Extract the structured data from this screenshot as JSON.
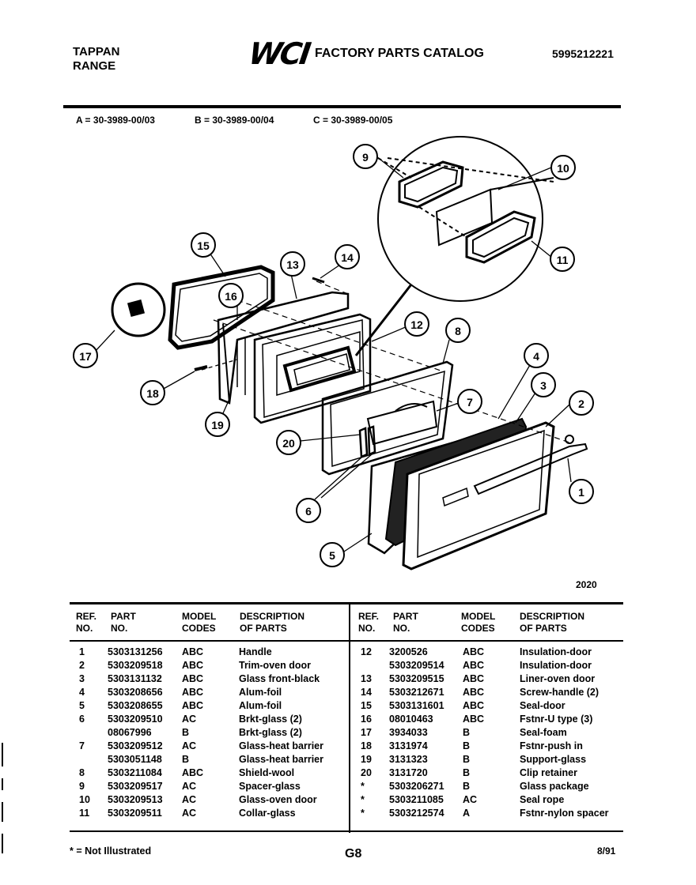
{
  "header": {
    "brand_line1": "TAPPAN",
    "brand_line2": "RANGE",
    "logo": "WCI",
    "title": "FACTORY PARTS CATALOG",
    "catalog_number": "5995212221"
  },
  "models": {
    "a": "A = 30-3989-00/03",
    "b": "B = 30-3989-00/04",
    "c": "C = 30-3989-00/05"
  },
  "diagram": {
    "art_number": "2020",
    "callouts": [
      "1",
      "2",
      "3",
      "4",
      "5",
      "6",
      "7",
      "8",
      "9",
      "10",
      "11",
      "12",
      "13",
      "14",
      "15",
      "16",
      "17",
      "18",
      "19",
      "20"
    ]
  },
  "table": {
    "headers": {
      "ref": [
        "REF.",
        "NO."
      ],
      "part": [
        "PART",
        "NO."
      ],
      "model": [
        "MODEL",
        "CODES"
      ],
      "desc": [
        "DESCRIPTION",
        "OF PARTS"
      ]
    },
    "left_rows": [
      {
        "ref": "1",
        "part": "5303131256",
        "model": "ABC",
        "desc": "Handle"
      },
      {
        "ref": "2",
        "part": "5303209518",
        "model": "ABC",
        "desc": "Trim-oven door"
      },
      {
        "ref": "3",
        "part": "5303131132",
        "model": "ABC",
        "desc": "Glass front-black"
      },
      {
        "ref": "4",
        "part": "5303208656",
        "model": "ABC",
        "desc": "Alum-foil"
      },
      {
        "ref": "5",
        "part": "5303208655",
        "model": "ABC",
        "desc": "Alum-foil"
      },
      {
        "ref": "6",
        "part": "5303209510",
        "model": "AC",
        "desc": "Brkt-glass (2)"
      },
      {
        "ref": "",
        "part": "08067996",
        "model": "B",
        "desc": "Brkt-glass (2)"
      },
      {
        "ref": "7",
        "part": "5303209512",
        "model": "AC",
        "desc": "Glass-heat barrier"
      },
      {
        "ref": "",
        "part": "5303051148",
        "model": "B",
        "desc": "Glass-heat barrier"
      },
      {
        "ref": "8",
        "part": "5303211084",
        "model": "ABC",
        "desc": "Shield-wool"
      },
      {
        "ref": "9",
        "part": "5303209517",
        "model": "AC",
        "desc": "Spacer-glass"
      },
      {
        "ref": "10",
        "part": "5303209513",
        "model": "AC",
        "desc": "Glass-oven door"
      },
      {
        "ref": "11",
        "part": "5303209511",
        "model": "AC",
        "desc": "Collar-glass"
      }
    ],
    "right_rows": [
      {
        "ref": "12",
        "part": "3200526",
        "model": "ABC",
        "desc": "Insulation-door"
      },
      {
        "ref": "",
        "part": "5303209514",
        "model": "ABC",
        "desc": "Insulation-door"
      },
      {
        "ref": "13",
        "part": "5303209515",
        "model": "ABC",
        "desc": "Liner-oven door"
      },
      {
        "ref": "14",
        "part": "5303212671",
        "model": "ABC",
        "desc": "Screw-handle (2)"
      },
      {
        "ref": "15",
        "part": "5303131601",
        "model": "ABC",
        "desc": "Seal-door"
      },
      {
        "ref": "16",
        "part": "08010463",
        "model": "ABC",
        "desc": "Fstnr-U type (3)"
      },
      {
        "ref": "17",
        "part": "3934033",
        "model": "B",
        "desc": "Seal-foam"
      },
      {
        "ref": "18",
        "part": "3131974",
        "model": "B",
        "desc": "Fstnr-push in"
      },
      {
        "ref": "19",
        "part": "3131323",
        "model": "B",
        "desc": "Support-glass"
      },
      {
        "ref": "20",
        "part": "3131720",
        "model": "B",
        "desc": "Clip retainer"
      },
      {
        "ref": "*",
        "part": "5303206271",
        "model": "B",
        "desc": "Glass package"
      },
      {
        "ref": "*",
        "part": "5303211085",
        "model": "AC",
        "desc": "Seal rope"
      },
      {
        "ref": "*",
        "part": "5303212574",
        "model": "A",
        "desc": "Fstnr-nylon spacer"
      }
    ]
  },
  "footer": {
    "note": "* = Not Illustrated",
    "page": "G8",
    "date": "8/91"
  }
}
